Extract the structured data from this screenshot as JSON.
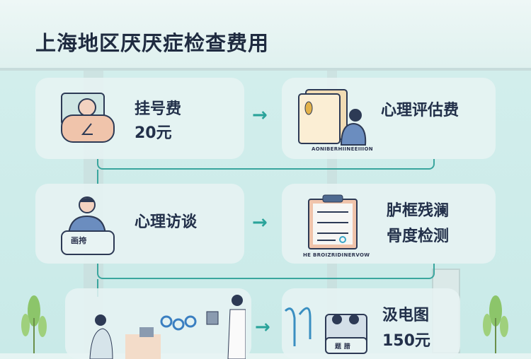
{
  "title": "上海地区厌厌症检查费用",
  "steps": [
    {
      "label": "挂号费",
      "price": "20元"
    },
    {
      "label": "心理评估费",
      "caption": "AONIBERHIINEEIIION"
    },
    {
      "label": "心理访谈",
      "badge": "画挎"
    },
    {
      "label_line1": "胪框残澜",
      "label_line2": "骨度检测",
      "caption": "HE BROIZRIDINERVOW"
    },
    {
      "label": "汲电图",
      "price": "150元",
      "badge": "题 腊"
    }
  ],
  "arrow": "→",
  "colors": {
    "accent": "#2aa39a",
    "text": "#22304a",
    "background": "#d2eeec"
  }
}
